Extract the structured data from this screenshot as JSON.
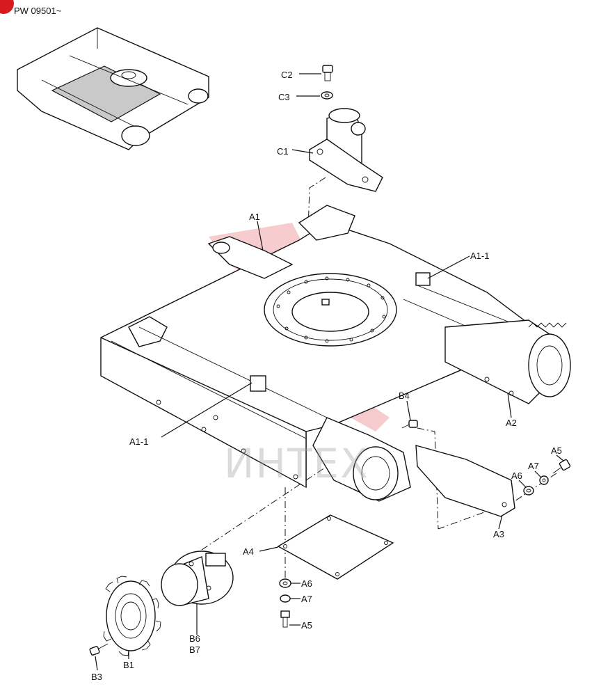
{
  "header": {
    "serial_range": "PW 09501~"
  },
  "watermark": {
    "text": "ИНТЕХ",
    "color": "#d71920"
  },
  "badge": {
    "color": "#d71920"
  },
  "callouts": {
    "C2": "C2",
    "C3": "C3",
    "C1": "C1",
    "A1": "A1",
    "A1_1_right": "A1-1",
    "A1_1_left": "A1-1",
    "A2": "A2",
    "B4": "B4",
    "A5_right": "A5",
    "A7_right": "A7",
    "A6_right": "A6",
    "A3": "A3",
    "A4": "A4",
    "A6_bottom": "A6",
    "A7_bottom": "A7",
    "A5_bottom": "A5",
    "B6": "B6",
    "B7": "B7",
    "B1": "B1",
    "B3": "B3"
  }
}
